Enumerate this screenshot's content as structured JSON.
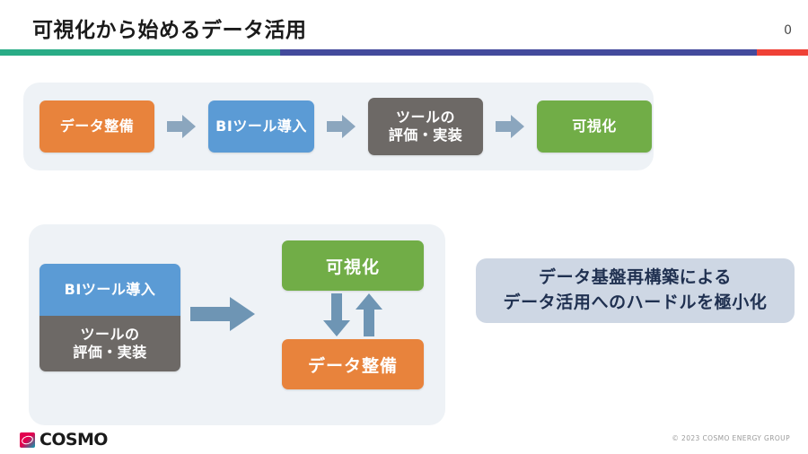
{
  "slide": {
    "title": "可視化から始めるデータ活用",
    "page_number": "0",
    "rule_colors": {
      "teal": "#29AC86",
      "indigo": "#434A9C",
      "red": "#EF4136"
    }
  },
  "top_flow": {
    "steps": [
      {
        "label": "データ整備",
        "color": "#E8833C",
        "name": "data-preparation"
      },
      {
        "label": "BIツール導入",
        "color": "#5B9BD5",
        "name": "bi-tool-introduction"
      },
      {
        "label": "ツールの\n評価・実装",
        "color": "#6D6966",
        "name": "tool-evaluation-implementation"
      },
      {
        "label": "可視化",
        "color": "#71AD47",
        "name": "visualization"
      }
    ],
    "connector_icon": "right-chevron-arrow-icon",
    "connector_color": "#8BA6BE"
  },
  "bottom_diagram": {
    "left_stack": [
      {
        "label": "BIツール導入",
        "color": "#5B9BD5"
      },
      {
        "label": "ツールの\n評価・実装",
        "color": "#6D6966"
      }
    ],
    "transition_icon": "right-arrow-icon",
    "transition_color": "#6E95B4",
    "cycle": {
      "top": {
        "label": "可視化",
        "color": "#71AD47"
      },
      "bottom": {
        "label": "データ整備",
        "color": "#E8833C"
      },
      "down_arrow_icon": "down-arrow-icon",
      "up_arrow_icon": "up-arrow-icon",
      "arrow_color": "#6E95B4"
    }
  },
  "callout": {
    "text": "データ基盤再構築による\nデータ活用へのハードルを極小化",
    "background": "#CED7E4",
    "text_color": "#1F3050"
  },
  "footer": {
    "logo_text": "COSMO",
    "logo_mark_icon": "cosmo-logo-mark-icon",
    "copyright": "© 2023 COSMO ENERGY GROUP"
  }
}
